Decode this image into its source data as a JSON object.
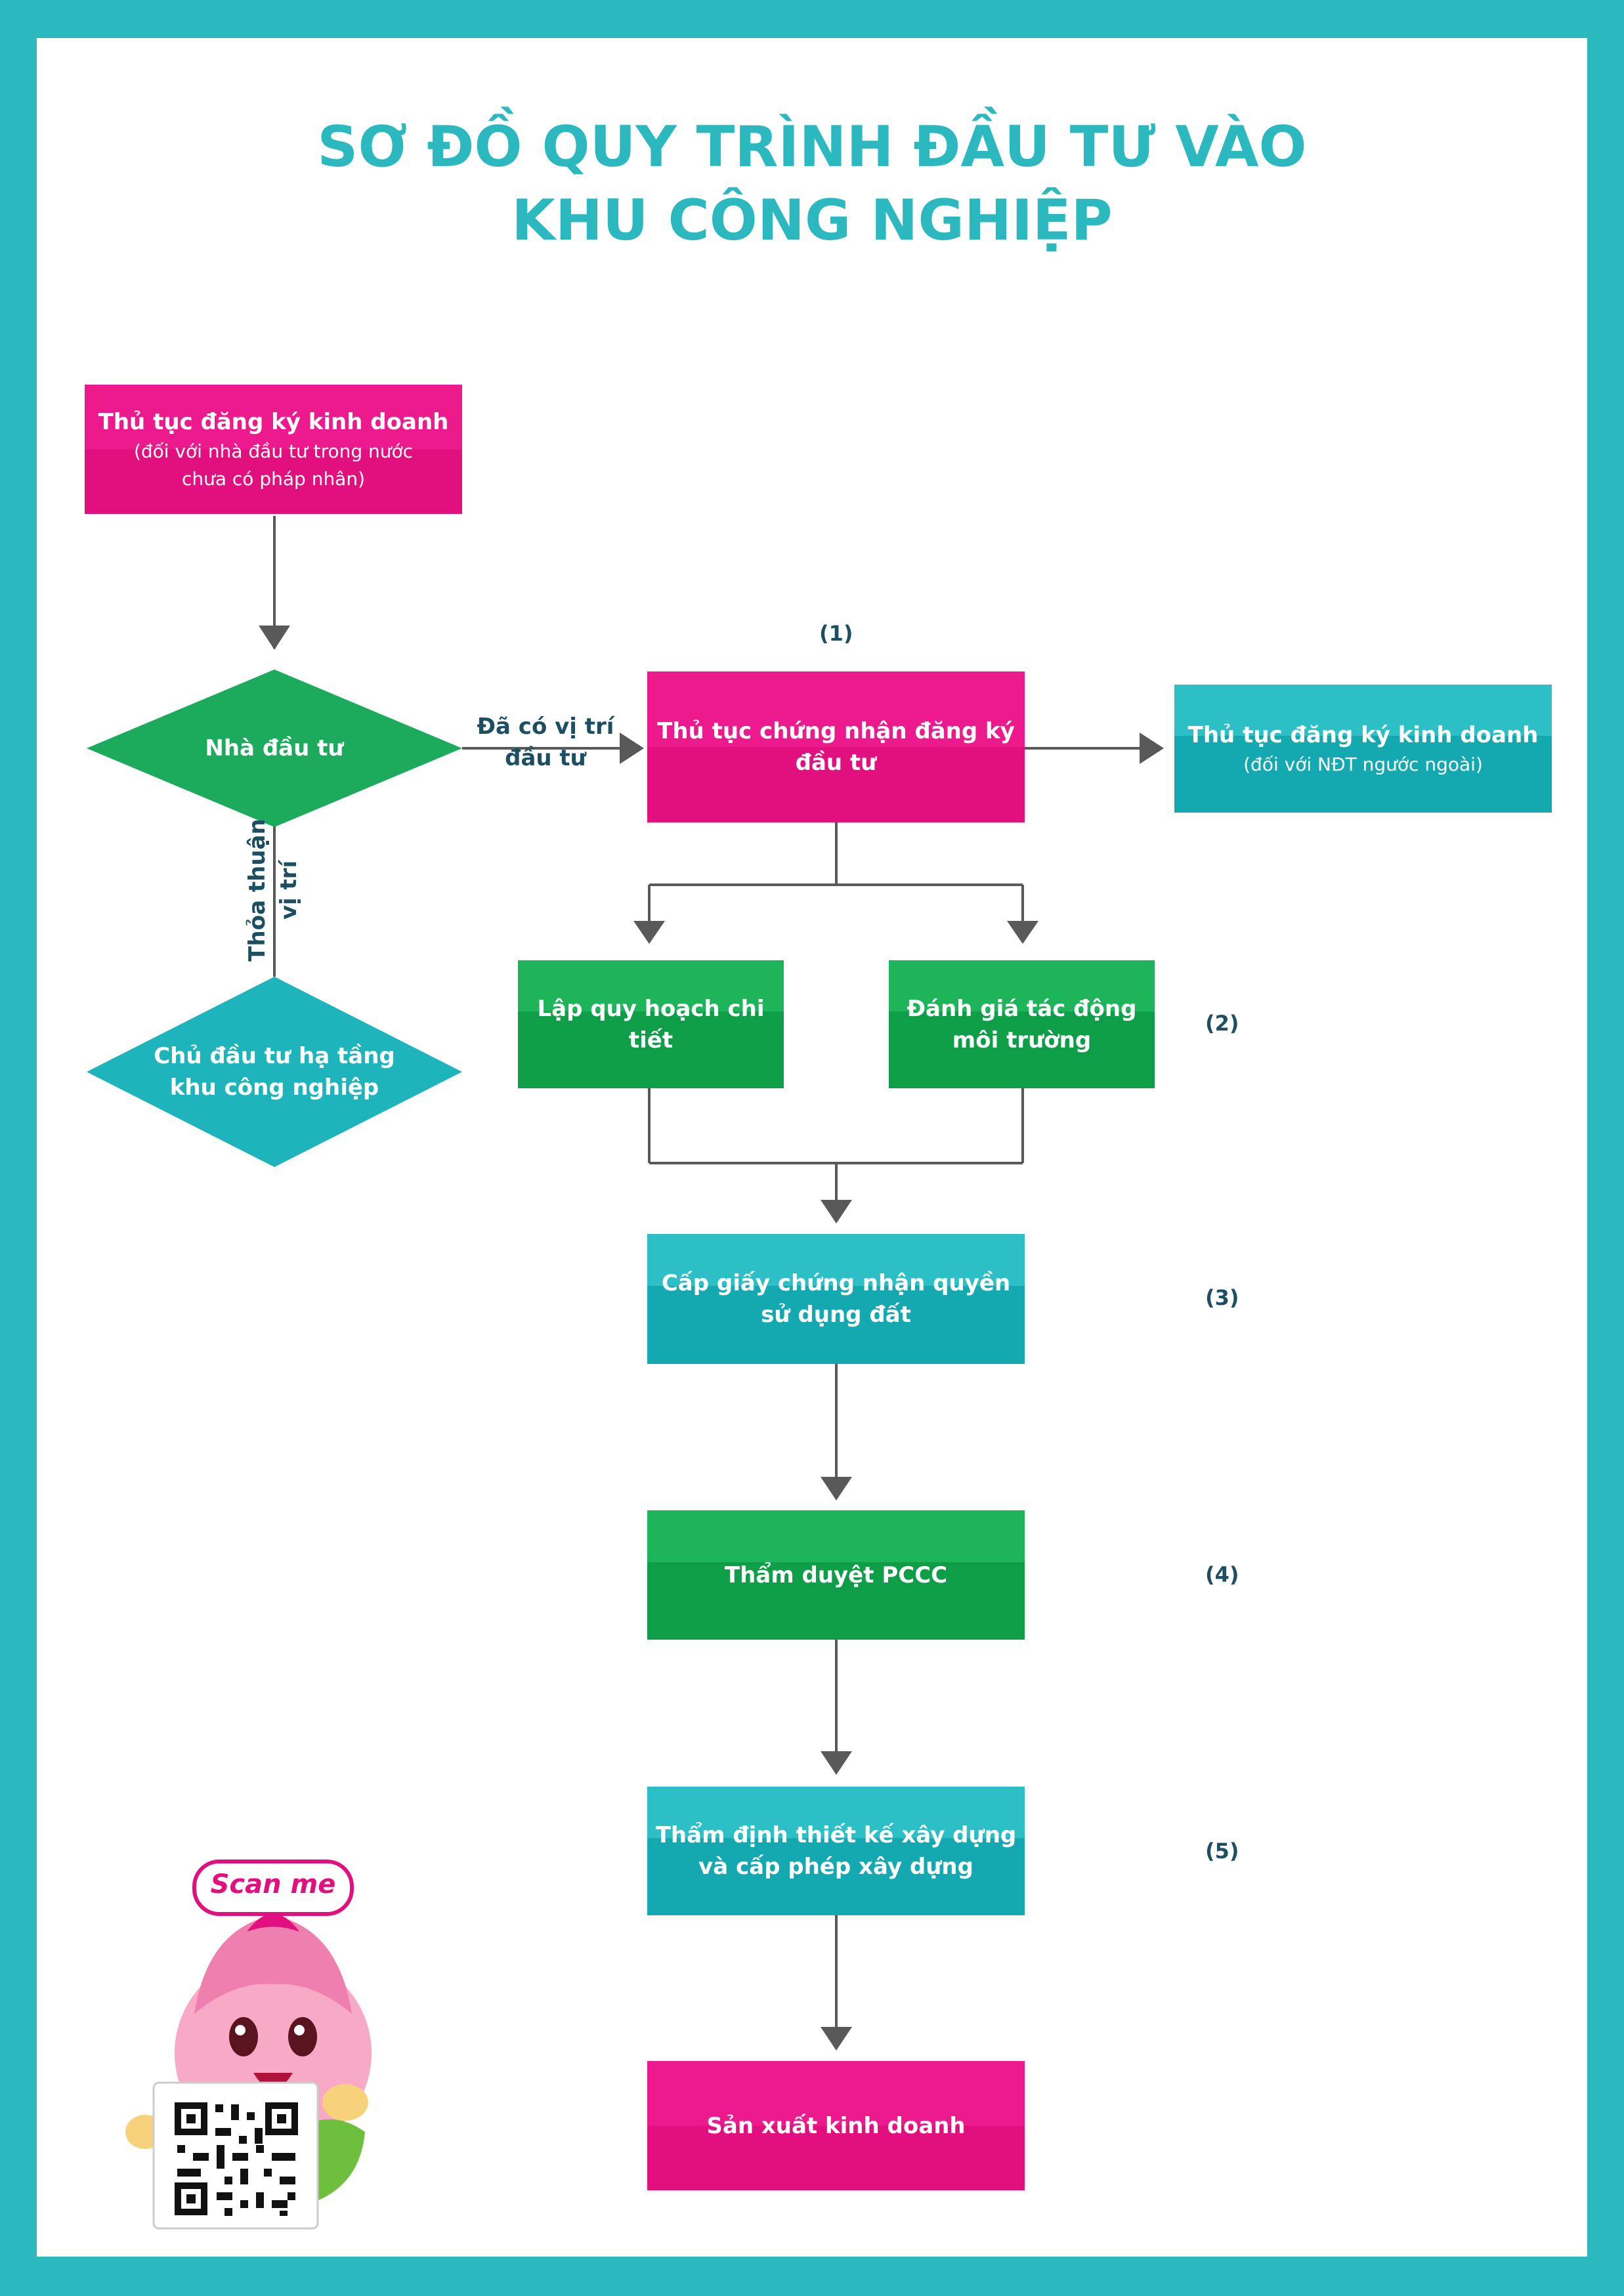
{
  "title": {
    "line1": "SƠ ĐỒ QUY TRÌNH ĐẦU TƯ VÀO",
    "line2": "KHU CÔNG NGHIỆP"
  },
  "nodes": {
    "business_reg_domestic": {
      "title": "Thủ tục đăng ký kinh doanh",
      "sub": "(đối với nhà đầu tư trong nước\nchưa có pháp nhân)"
    },
    "investor": {
      "text": "Nhà đầu tư"
    },
    "infra_owner": {
      "text": "Chủ đầu tư\nhạ tầng khu\ncông nghiệp"
    },
    "investment_certificate": {
      "text": "Thủ tục chứng nhận\nđăng ký đầu tư"
    },
    "business_reg_foreign": {
      "title": "Thủ tục đăng ký kinh doanh",
      "sub": "(đối với NĐT ngước ngoài)"
    },
    "detailed_planning": {
      "text": "Lập quy hoạch\nchi tiết"
    },
    "environment_assessment": {
      "text": "Đánh giá\ntác động môi trường"
    },
    "land_certificate": {
      "text": "Cấp giấy chứng nhận\nquyền sử dụng đất"
    },
    "fire_approval": {
      "text": "Thẩm duyệt PCCC"
    },
    "construction_permit": {
      "text": "Thẩm định thiết kế xây dựng\nvà cấp phép xây dựng"
    },
    "production": {
      "text": "Sản xuất kinh doanh"
    }
  },
  "edge_labels": {
    "has_location": "Đã có vị trí\nđầu tư",
    "agree_location": "Thỏa thuận\nvị trí"
  },
  "steps": [
    "(1)",
    "(2)",
    "(3)",
    "(4)",
    "(5)"
  ],
  "mascot": {
    "badge": "Scan me"
  },
  "colors": {
    "border": "#2bb8bf",
    "pink": "#ec1a8c",
    "teal": "#1fb5bc",
    "green": "#14a84f",
    "arrow": "#595959",
    "label": "#1d4f63"
  }
}
